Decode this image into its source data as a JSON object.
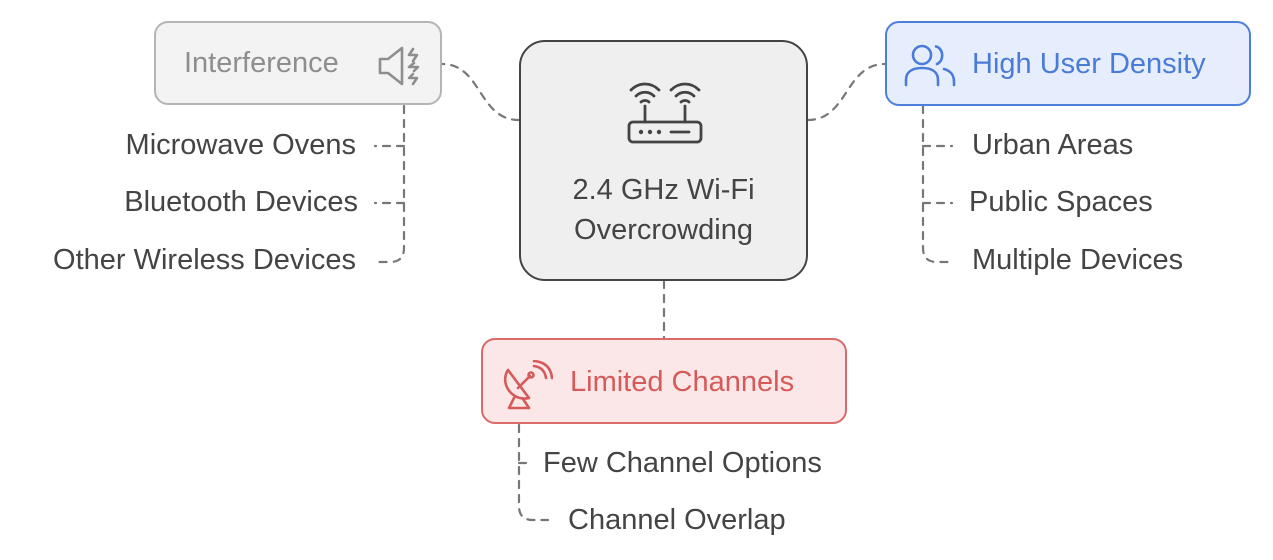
{
  "center": {
    "title_line1": "2.4 GHz Wi-Fi",
    "title_line2": "Overcrowding",
    "icon": "router-icon"
  },
  "branches": {
    "interference": {
      "label": "Interference",
      "icon": "speaker-interference-icon",
      "items": [
        "Microwave Ovens",
        "Bluetooth Devices",
        "Other Wireless Devices"
      ]
    },
    "density": {
      "label": "High User Density",
      "icon": "users-icon",
      "items": [
        "Urban Areas",
        "Public Spaces",
        "Multiple Devices"
      ]
    },
    "limited": {
      "label": "Limited Channels",
      "icon": "satellite-dish-icon",
      "items": [
        "Few Channel Options",
        "Channel Overlap"
      ]
    }
  },
  "colors": {
    "interference_border": "#b5b5b5",
    "interference_fill": "#f3f3f3",
    "interference_text": "#8e8e8e",
    "density_border": "#4c7fdc",
    "density_fill": "#e6eefd",
    "density_text": "#4a7bd8",
    "limited_border": "#db6a6a",
    "limited_fill": "#fbe7e7",
    "limited_text": "#d65a5a",
    "center_border": "#444444",
    "center_fill": "#efefef",
    "connector": "#777777"
  }
}
